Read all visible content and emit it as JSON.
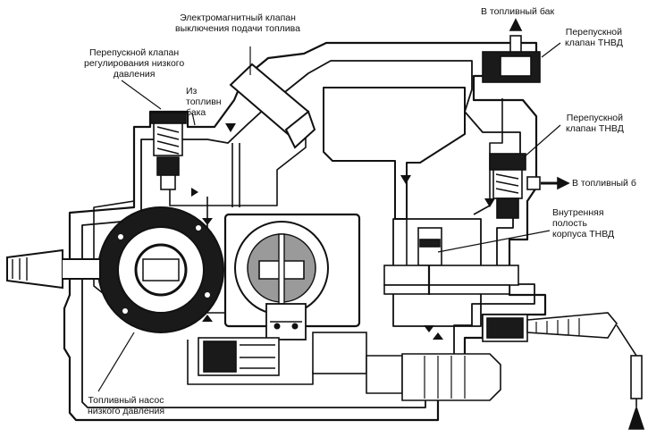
{
  "labels": {
    "solenoid_valve": "Электромагнитный клапан\nвыключения подачи топлива",
    "to_tank_top": "В топливный бак",
    "bypass_valve_top": "Перепускной\nклапан ТНВД",
    "bypass_valve_right": "Перепускной\nклапан ТНВД",
    "to_tank_right": "В топливный б",
    "low_pressure_regulator": "Перепускной клапан\nрегулирования низкого\nдавления",
    "from_tank": "Из\nтопливн\nбака",
    "inner_cavity": "Внутренняя\nполость\nкорпуса ТНВД",
    "low_pressure_pump": "Топливный насос\nнизкого давления"
  },
  "colors": {
    "line": "#111111",
    "fill_dark": "#1a1a1a",
    "fill_light": "#ffffff",
    "shade": "#9a9a9a",
    "background": "#ffffff"
  }
}
